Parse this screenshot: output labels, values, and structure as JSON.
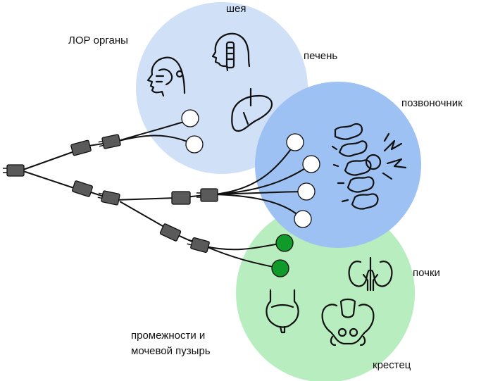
{
  "labels": {
    "neck": "шея",
    "ent": "ЛОР органы",
    "liver": "печень",
    "spine": "позвоночник",
    "kidneys": "почки",
    "perineum_line1": "промежности и",
    "perineum_line2": "мочевой пузырь",
    "sacrum": "крестец"
  },
  "colors": {
    "zone_head": "#cfe0f7",
    "zone_spine": "#9dc1f2",
    "zone_pelvis": "#b8edbf",
    "electrode_active": "#109a2a",
    "electrode_idle": "#ffffff",
    "plug": "#5a5a5a",
    "cable": "#111111"
  },
  "icons": [
    "head-profile-icon",
    "neck-icon",
    "liver-icon",
    "spine-icon",
    "pain-flash-icon",
    "kidneys-icon",
    "bladder-icon",
    "pelvis-icon"
  ]
}
